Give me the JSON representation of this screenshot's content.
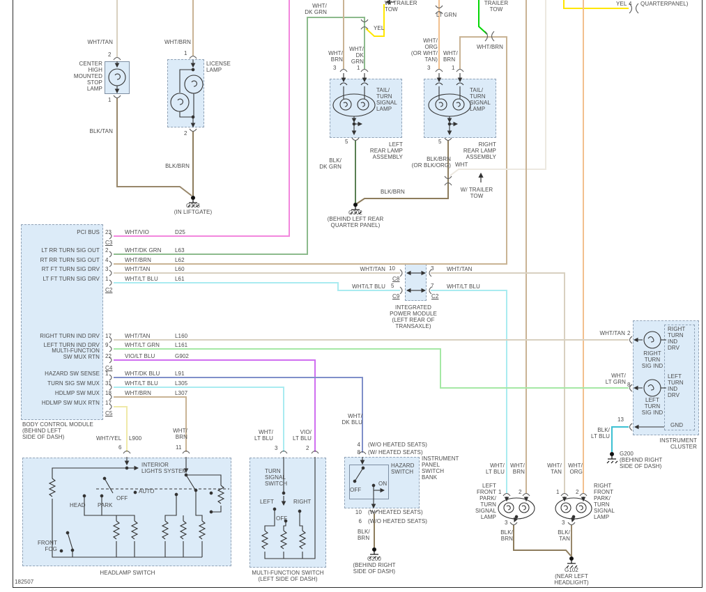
{
  "page": {
    "footer_id": "182507"
  },
  "colors": {
    "component_fill": "#dcebf8",
    "box_border": "#90a2b6",
    "text": "#4a4a4a",
    "wht_tan": "#d8d0c0",
    "wht_brn": "#c9b394",
    "wht_vio": "#f286dd",
    "wht_dk_grn": "#8cba8c",
    "wht_lt_blu": "#a9ebf0",
    "wht_lt_grn": "#a5e8a5",
    "vio_lt_blu": "#cf6ef0",
    "wht_dk_blu": "#7f8fc9",
    "wht_yel": "#efe9a8",
    "yel": "#ffe600",
    "lt_grn": "#04d604",
    "wht_org": "#f2c08e",
    "wht": "#ece8e0",
    "blk_tan": "#98876a",
    "blk_brn": "#8d7c5c",
    "blk_dk_grn": "#597f52",
    "blk_lt_blu": "#3cc0d2",
    "black": "#333333"
  },
  "chmsl": {
    "label": "CENTER\nHIGH\nMOUNTED\nSTOP\nLAMP",
    "pin_top": "2",
    "pin_bottom": "1",
    "wire_top": "WHT/TAN",
    "wire_ground": "BLK/TAN"
  },
  "license": {
    "label": "LICENSE\nLAMP",
    "pin_top": "1",
    "pin_bottom": "2",
    "wire_top": "WHT/BRN",
    "wire_ground": "BLK/BRN"
  },
  "g303": {
    "id": "G303",
    "location": "(IN LIFTGATE)"
  },
  "rear_left": {
    "feed_label": "WHT/\nDK GRN",
    "trailer": {
      "note": "W/ TRAILER\nTOW",
      "wire": "YEL"
    },
    "pin3": "3",
    "pin1": "1",
    "pin5": "5",
    "pin3_wire": "WHT/\nBRN",
    "pin1_wire": "WHT/\nDK\nGRN",
    "lamp": "TAIL/\nTURN\nSIGNAL\nLAMP",
    "assembly": "LEFT\nREAR LAMP\nASSEMBLY",
    "ground_wire": "BLK/\nDK GRN"
  },
  "rear_right": {
    "trailer": {
      "note": "TRAILER\nTOW",
      "wire": "LT GRN"
    },
    "branch_wire": "WHT/BRN",
    "pin3": "3",
    "pin1": "1",
    "pin5": "5",
    "pin3_wire": "WHT/\nORG\n(OR WHT/\nTAN)",
    "pin1_wire": "WHT/\nBRN",
    "lamp": "TAIL/\nTURN\nSIGNAL\nLAMP",
    "assembly": "RIGHT\nREAR LAMP\nASSEMBLY",
    "ground_wire": "BLK/BRN\n(OR BLK/ORG)",
    "trailer_ground": {
      "wire": "WHT",
      "note": "W/ TRAILER\nTOW"
    }
  },
  "g302": {
    "id": "G302",
    "location": "(BEHIND LEFT REAR\nQUARTER PANEL)",
    "ground_wire": "BLK/BRN"
  },
  "quarter_panel": {
    "wire": "YEL",
    "pin": "4",
    "label": "QUARTERPANEL)"
  },
  "bcm": {
    "title": "BODY CONTROL MODULE\n(BEHIND LEFT\nSIDE OF DASH)",
    "conn_c3": "C3",
    "conn_c2": "C2",
    "conn_c4": "C4",
    "conn_c5": "C5",
    "rows_upper": [
      {
        "signal": "PCI BUS",
        "pin": "23",
        "wire": "WHT/VIO",
        "circuit": "D25"
      },
      {
        "signal": "LT RR TURN SIG OUT",
        "pin": "2",
        "wire": "WHT/DK GRN",
        "circuit": "L63"
      },
      {
        "signal": "RT RR TURN SIG OUT",
        "pin": "4",
        "wire": "WHT/BRN",
        "circuit": "L62"
      },
      {
        "signal": "RT FT TURN SIG DRV",
        "pin": "3",
        "wire": "WHT/TAN",
        "circuit": "L60"
      },
      {
        "signal": "LT FT TURN SIG DRV",
        "pin": "1",
        "wire": "WHT/LT BLU",
        "circuit": "L61"
      }
    ],
    "rows_lower": [
      {
        "signal": "RIGHT TURN IND DRV",
        "pin": "17",
        "wire": "WHT/TAN",
        "circuit": "L160"
      },
      {
        "signal": "LEFT TURN IND DRV",
        "pin": "9",
        "wire": "WHT/LT GRN",
        "circuit": "L161"
      },
      {
        "signal": "MULTI-FUNCTION\nSW MUX RTN",
        "pin": "22",
        "wire": "VIO/LT BLU",
        "circuit": "G902"
      },
      {
        "signal": "HAZARD SW SENSE",
        "pin": "1",
        "wire": "WHT/DK BLU",
        "circuit": "L91"
      },
      {
        "signal": "TURN SIG SW MUX",
        "pin": "31",
        "wire": "WHT/LT BLU",
        "circuit": "L305"
      },
      {
        "signal": "HDLMP SW MUX",
        "pin": "18",
        "wire": "WHT/BRN",
        "circuit": "L307"
      },
      {
        "signal": "HDLMP SW MUX RTN",
        "pin": "17",
        "wire": "",
        "circuit": ""
      }
    ],
    "out_wht_yel": "WHT/YEL",
    "out_l900": "L900",
    "out_wht_brn": "WHT/\nBRN"
  },
  "ipm": {
    "title": "INTEGRATED\nPOWER MODULE\n(LEFT REAR OF\nTRANSAXLE)",
    "row1": {
      "left_wire": "WHT/TAN",
      "left_pin": "10",
      "left_conn": "C8",
      "right_pin": "3",
      "right_wire": "WHT/TAN"
    },
    "row2": {
      "left_wire": "WHT/LT BLU",
      "left_pin": "5",
      "left_conn": "C9",
      "right_pin": "7",
      "right_conn": "C2",
      "right_wire": "WHT/LT BLU"
    }
  },
  "cluster": {
    "title": "INSTRUMENT\nCLUSTER",
    "right_ind": {
      "wire": "WHT/TAN",
      "pin": "2",
      "bulb": "RIGHT\nTURN\nSIG IND",
      "signal": "RIGHT\nTURN\nIND\nDRV"
    },
    "left_ind": {
      "wire": "WHT/\nLT GRN",
      "pin": "8",
      "bulb": "LEFT\nTURN\nSIG IND",
      "signal": "LEFT\nTURN\nIND\nDRV"
    },
    "gnd": {
      "pin": "13",
      "label": "GND",
      "wire": "BLK/\nLT BLU"
    }
  },
  "g200_cluster": {
    "id": "G200",
    "location": "(BEHIND RIGHT\nSIDE OF DASH)"
  },
  "hazard": {
    "bank": "INSTRUMENT\nPANEL\nSWITCH\nBANK",
    "switch": "HAZARD\nSWITCH",
    "wire_top": "WHT/\nDK BLU",
    "pin_top_a": {
      "pin": "4",
      "note": "(W/O HEATED SEATS)"
    },
    "pin_top_b": {
      "pin": "8",
      "note": "(W/ HEATED SEATS)"
    },
    "off": "OFF",
    "on": "ON",
    "pin_bot_a": {
      "pin": "10",
      "note": "(W/ HEATED SEATS)"
    },
    "pin_bot_b": {
      "pin": "6",
      "note": "(W/O HEATED SEATS)"
    },
    "ground_wire": "BLK/\nBRN"
  },
  "g200_hazard": {
    "id": "G200",
    "location": "(BEHIND RIGHT\nSIDE OF DASH)"
  },
  "mf_switch": {
    "title": "MULTI-FUNCTION SWITCH\n(LEFT SIDE OF DASH)",
    "inner": "TURN\nSIGNAL\nSWITCH",
    "pin3": "3",
    "pin2": "2",
    "wire3": "WHT/\nLT BLU",
    "wire2": "VIO/\nLT BLU",
    "left": "LEFT",
    "right": "RIGHT",
    "off": "OFF"
  },
  "headlamp_switch": {
    "title": "HEADLAMP SWITCH",
    "pin6": "6",
    "pin11": "11",
    "interior": "INTERIOR\nLIGHTS SYSTEM",
    "auto": "AUTO",
    "off": "OFF",
    "head": "HEAD",
    "park": "PARK",
    "front_fog": "FRONT\nFOG"
  },
  "front_left": {
    "label": "LEFT\nFRONT\nPARK/\nTURN\nSIGNAL\nLAMP",
    "pin1": "1",
    "pin2": "2",
    "pin3": "3",
    "wire1": "WHT/\nLT BLU",
    "wire2": "WHT/\nBRN",
    "ground": "BLK/\nBRN"
  },
  "front_right": {
    "label": "RIGHT\nFRONT\nPARK/\nTURN\nSIGNAL\nLAMP",
    "pin1": "1",
    "pin2": "2",
    "pin3": "3",
    "wire1": "WHT/\nTAN",
    "wire2": "WHT/\nORG",
    "ground": "BLK/\nTAN"
  },
  "g102": {
    "id": "G102",
    "location": "(NEAR LEFT\nHEADLIGHT)"
  }
}
